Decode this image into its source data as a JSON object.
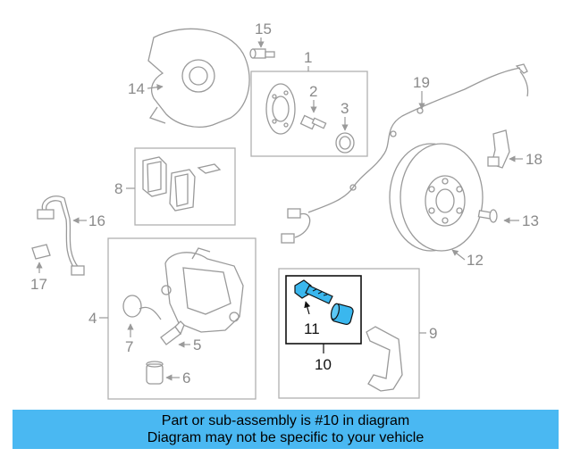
{
  "callouts": {
    "c1": "1",
    "c2": "2",
    "c3": "3",
    "c4": "4",
    "c5": "5",
    "c6": "6",
    "c7": "7",
    "c8": "8",
    "c9": "9",
    "c10": "10",
    "c11": "11",
    "c12": "12",
    "c13": "13",
    "c14": "14",
    "c15": "15",
    "c16": "16",
    "c17": "17",
    "c18": "18",
    "c19": "19"
  },
  "highlight_color": "#3ab7ee",
  "banner": {
    "line1": "Part or sub-assembly is #10 in diagram",
    "line2": "Diagram may not be specific to your vehicle",
    "color": "#4ab8f2"
  }
}
